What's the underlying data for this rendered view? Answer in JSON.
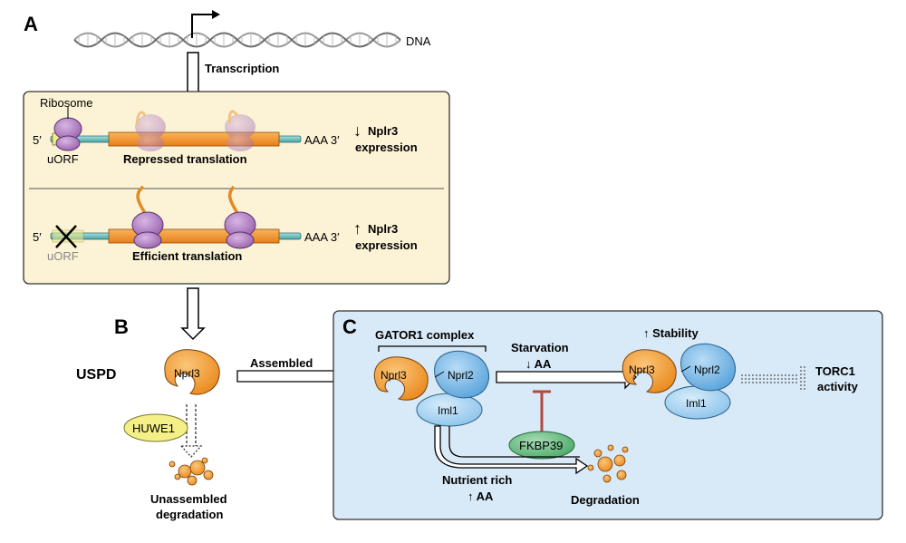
{
  "panel_a": {
    "label": "A",
    "dna_label": "DNA",
    "transcription_label": "Transcription",
    "repressed": {
      "ribosome_label": "Ribosome",
      "five_prime": "5′",
      "three_prime": "AAA 3′",
      "uorf_label": "uORF",
      "translation_label": "Repressed translation",
      "arrow": "↓",
      "expression_line1": "Nplr3",
      "expression_line2": "expression"
    },
    "efficient": {
      "five_prime": "5′",
      "three_prime": "AAA 3′",
      "uorf_label": "uORF",
      "translation_label": "Efficient translation",
      "arrow": "↑",
      "expression_line1": "Nplr3",
      "expression_line2": "expression"
    }
  },
  "panel_b": {
    "label": "B",
    "uspd_label": "USPD",
    "nprl3_label": "Nprl3",
    "huwe1_label": "HUWE1",
    "degradation_line1": "Unassembled",
    "degradation_line2": "degradation",
    "assembled_label": "Assembled"
  },
  "panel_c": {
    "label": "C",
    "complex_label": "GATOR1 complex",
    "nprl3_label": "Nprl3",
    "nprl2_label": "Nprl2",
    "iml1_label": "Iml1",
    "starvation_line1": "Starvation",
    "starvation_line2": "↓ AA",
    "fkbp39_label": "FKBP39",
    "nutrient_line1": "Nutrient rich",
    "nutrient_line2": "↑ AA",
    "degradation_label": "Degradation",
    "stability_label": "↑ Stability",
    "stable_nprl3_label": "Nprl3",
    "stable_nprl2_label": "Nprl2",
    "stable_iml1_label": "Iml1",
    "torc1_line1": "TORC1",
    "torc1_line2": "activity"
  },
  "colors": {
    "panel_a_bg": "#fcf3d6",
    "panel_c_bg": "#d8e9f7",
    "orange": "#f29a2e",
    "blue": "#6fb3e6",
    "purple": "#a678b8",
    "teal": "#6fbfbf",
    "yellow": "#f3ec87",
    "green": "#5cb87a",
    "inhibit_red": "#b5483e"
  }
}
